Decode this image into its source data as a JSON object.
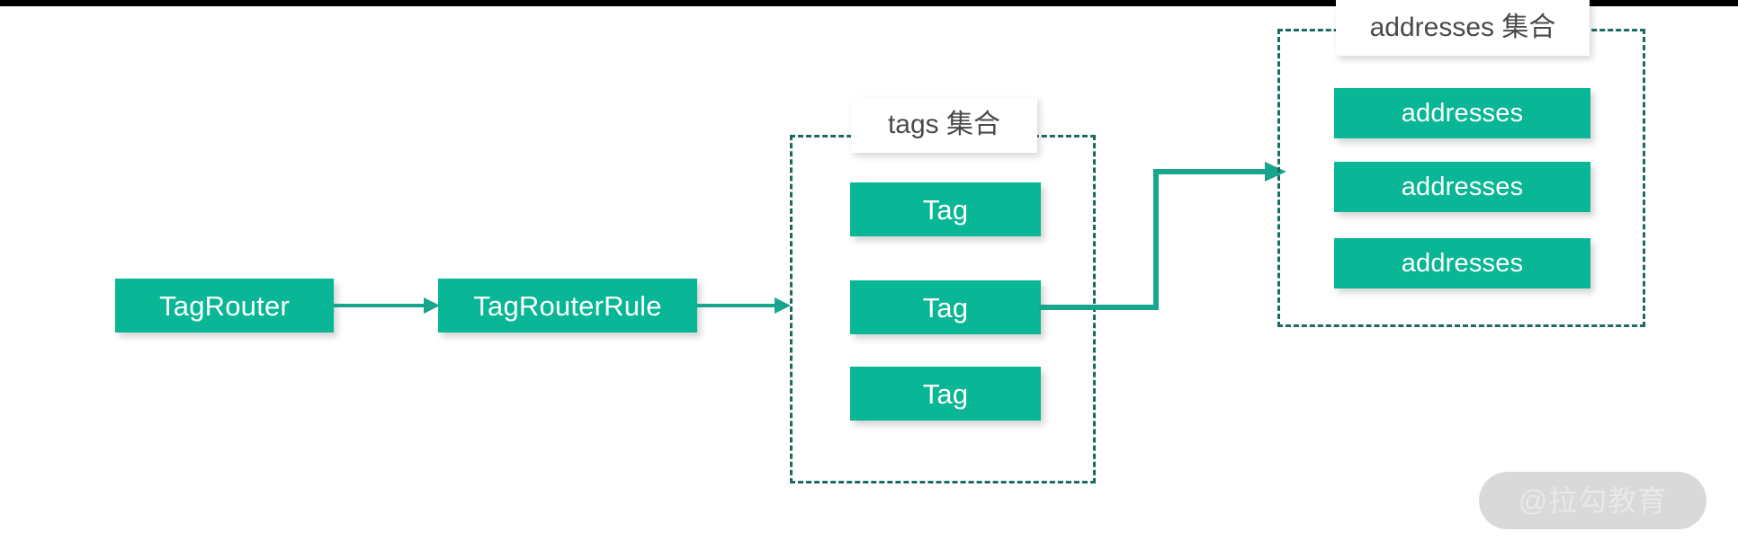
{
  "diagram": {
    "title_text_color": "#4a4a4a",
    "accent_color": "#09b695",
    "dashed_border_color": "#1b6b63",
    "connector_color": "#17a58d",
    "nodes": [
      {
        "id": "tagrouter",
        "label": "TagRouter"
      },
      {
        "id": "tagrouterrule",
        "label": "TagRouterRule"
      }
    ],
    "tags_group": {
      "label": "tags 集合",
      "items": [
        {
          "label": "Tag"
        },
        {
          "label": "Tag"
        },
        {
          "label": "Tag"
        }
      ]
    },
    "addresses_group": {
      "label": "addresses 集合",
      "items": [
        {
          "label": "addresses"
        },
        {
          "label": "addresses"
        },
        {
          "label": "addresses"
        }
      ]
    },
    "connectors": [
      {
        "id": "tagrouter-to-tagrouterrule",
        "from": "TagRouter",
        "to": "TagRouterRule",
        "style": "straight-arrow"
      },
      {
        "id": "tagrouterrule-to-tags",
        "from": "TagRouterRule",
        "to": "tags 集合",
        "style": "straight-arrow"
      },
      {
        "id": "tag-to-addresses",
        "from": "Tag",
        "to": "addresses 集合",
        "style": "elbow-arrow"
      }
    ],
    "watermark": {
      "text": "@拉勾教育"
    }
  }
}
